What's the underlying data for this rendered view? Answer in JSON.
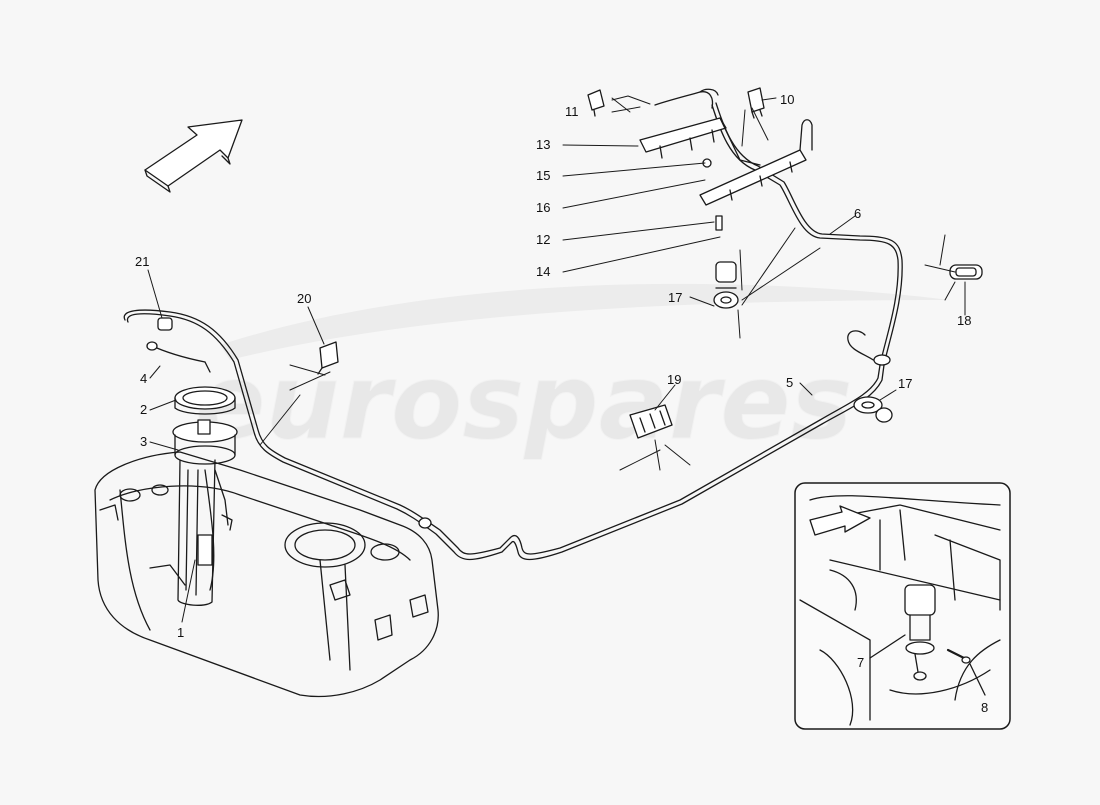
{
  "watermark": {
    "text": "eurospares",
    "color": "#e6e6e6"
  },
  "colors": {
    "line": "#1a1a1a",
    "background": "#f7f7f7"
  },
  "callouts": [
    {
      "id": "c1",
      "label": "1"
    },
    {
      "id": "c2",
      "label": "2"
    },
    {
      "id": "c3",
      "label": "3"
    },
    {
      "id": "c4",
      "label": "4"
    },
    {
      "id": "c5",
      "label": "5"
    },
    {
      "id": "c6",
      "label": "6"
    },
    {
      "id": "c7",
      "label": "7"
    },
    {
      "id": "c8",
      "label": "8"
    },
    {
      "id": "c10",
      "label": "10"
    },
    {
      "id": "c11",
      "label": "11"
    },
    {
      "id": "c12",
      "label": "12"
    },
    {
      "id": "c13",
      "label": "13"
    },
    {
      "id": "c14",
      "label": "14"
    },
    {
      "id": "c15",
      "label": "15"
    },
    {
      "id": "c16",
      "label": "16"
    },
    {
      "id": "c17a",
      "label": "17"
    },
    {
      "id": "c17b",
      "label": "17"
    },
    {
      "id": "c18",
      "label": "18"
    },
    {
      "id": "c19",
      "label": "19"
    },
    {
      "id": "c20",
      "label": "20"
    },
    {
      "id": "c21",
      "label": "21"
    }
  ],
  "icons": {
    "direction_arrow": "arrow-icon",
    "detail_arrow": "arrow-icon"
  }
}
